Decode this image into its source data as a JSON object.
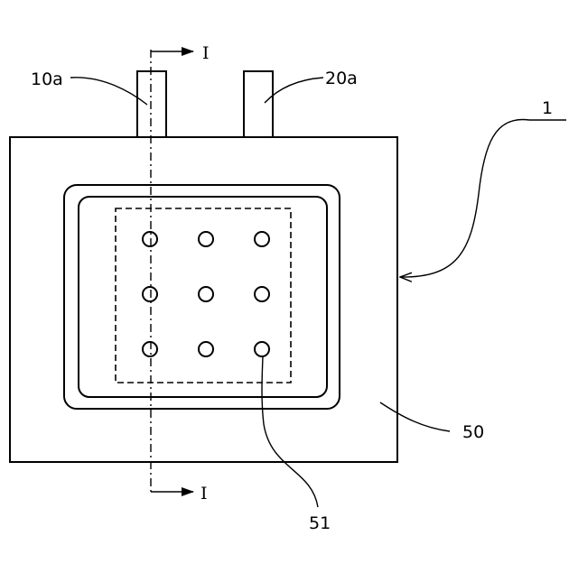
{
  "figure": {
    "labels": {
      "device": "1",
      "terminal_left": "10a",
      "terminal_right": "20a",
      "body": "50",
      "hole": "51"
    },
    "section_marker": "I",
    "hole_grid": {
      "rows": 3,
      "cols": 3
    }
  }
}
